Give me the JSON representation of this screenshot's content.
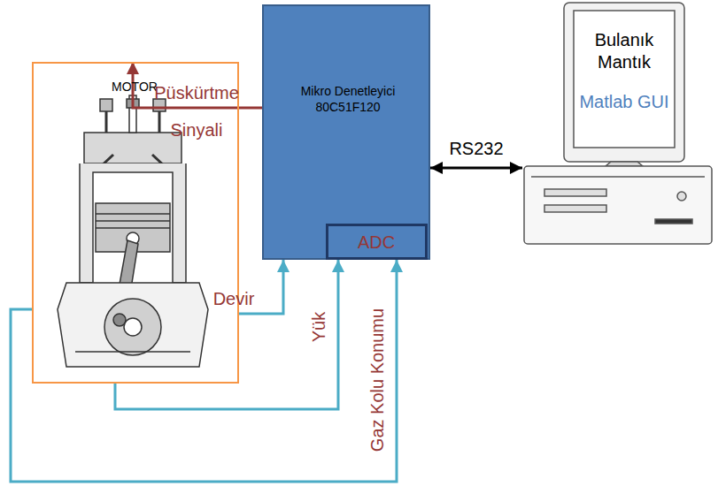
{
  "diagram": {
    "nodes": [
      {
        "text": [
          "MOTOR"
        ]
      },
      {
        "text": [
          "Mikro Denetleyici 80C51F120"
        ]
      },
      {
        "text": [
          "ADC"
        ],
        "in": 1
      },
      {
        "text": [
          "Bulanık Mantık",
          "Matlab GUI"
        ]
      }
    ],
    "edges": [
      {
        "from": 1,
        "to": 0,
        "label": "Püskürtme Sinyali",
        "arrow": "to"
      },
      {
        "from": 0,
        "to": 1,
        "label": "Devir",
        "arrow": "to"
      },
      {
        "from": 0,
        "to": 2,
        "label": "Yük",
        "arrow": "to"
      },
      {
        "from": 0,
        "to": 2,
        "label": "Gaz Kolu Konumu",
        "arrow": "to"
      },
      {
        "from": 1,
        "to": 3,
        "label": "RS232",
        "arrow": "both"
      }
    ]
  }
}
